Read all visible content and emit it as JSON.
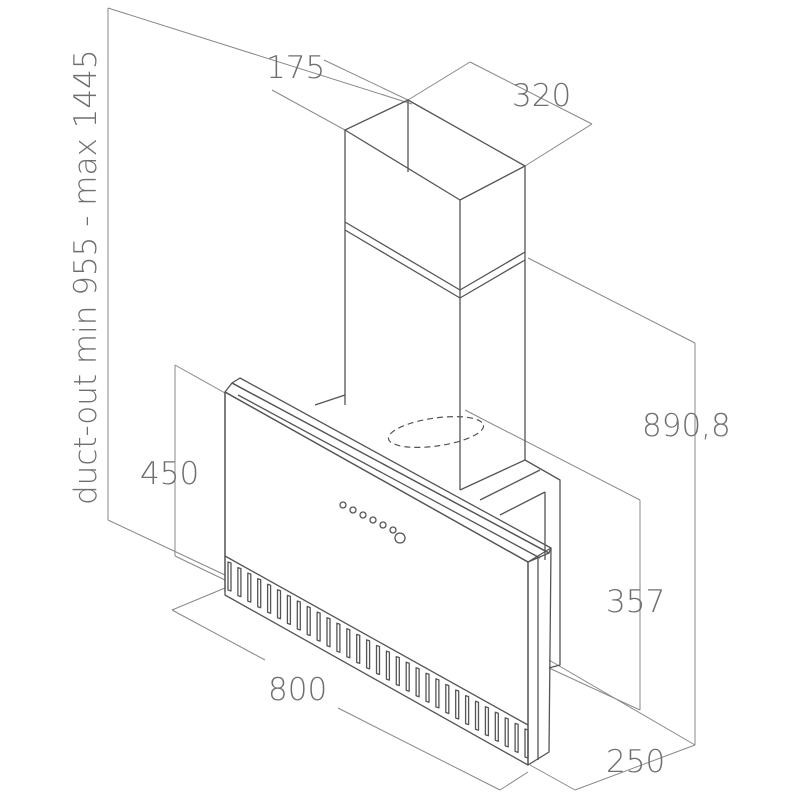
{
  "dimensions": {
    "depth_top": "175",
    "width_top": "320",
    "total_height": "890,8",
    "panel_height": "450",
    "mid_height": "357",
    "width": "800",
    "depth": "250",
    "duct_out": "duct-out min 955 - max 1445"
  }
}
